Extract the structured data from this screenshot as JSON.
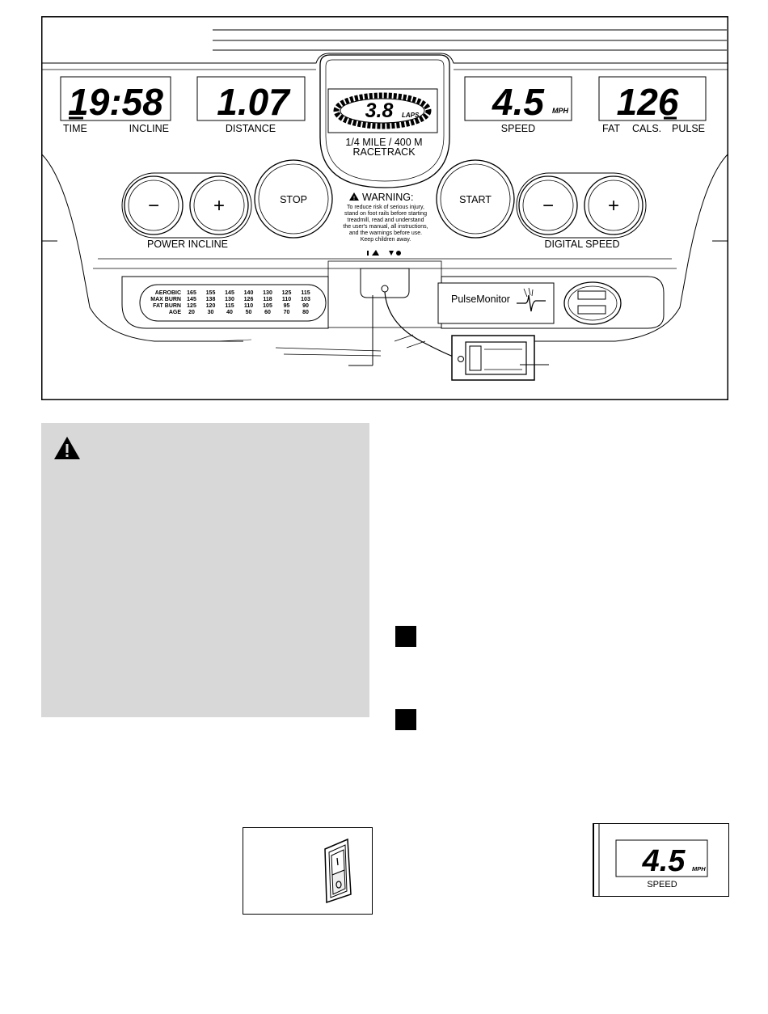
{
  "console": {
    "displays": {
      "time_value": "19:58",
      "distance_value": "1.07",
      "track_value": "3.8",
      "track_unit": "LAPS",
      "speed_value": "4.5",
      "speed_unit": "MPH",
      "pulse_value": "126"
    },
    "labels": {
      "time": "TIME",
      "incline": "INCLINE",
      "distance": "DISTANCE",
      "track_line1": "1/4 MILE / 400 M",
      "track_line2": "RACETRACK",
      "speed": "SPEED",
      "fat": "FAT",
      "cals": "CALS.",
      "pulse": "PULSE",
      "power_incline": "POWER INCLINE",
      "digital_speed": "DIGITAL SPEED",
      "minus": "−",
      "plus": "+",
      "stop": "STOP",
      "start": "START",
      "pulse_monitor": "PulseMonitor"
    },
    "warning": {
      "title": "WARNING:",
      "line1": "To reduce risk of serious injury,",
      "line2": "stand on foot rails before starting",
      "line3": "treadmill, read and understand",
      "line4": "the user's manual, all instructions,",
      "line5": "and the warnings before use.",
      "line6": "Keep children away."
    },
    "heart_rate_chart": {
      "rows": [
        {
          "label": "AEROBIC",
          "values": [
            "165",
            "155",
            "145",
            "140",
            "130",
            "125",
            "115"
          ]
        },
        {
          "label": "MAX BURN",
          "values": [
            "145",
            "138",
            "130",
            "126",
            "118",
            "110",
            "103"
          ]
        },
        {
          "label": "FAT BURN",
          "values": [
            "125",
            "120",
            "115",
            "110",
            "105",
            "95",
            "90"
          ]
        },
        {
          "label": "AGE",
          "values": [
            "20",
            "30",
            "40",
            "50",
            "60",
            "70",
            "80"
          ]
        }
      ]
    }
  },
  "speed_inset": {
    "value": "4.5",
    "unit": "MPH",
    "label": "SPEED"
  }
}
